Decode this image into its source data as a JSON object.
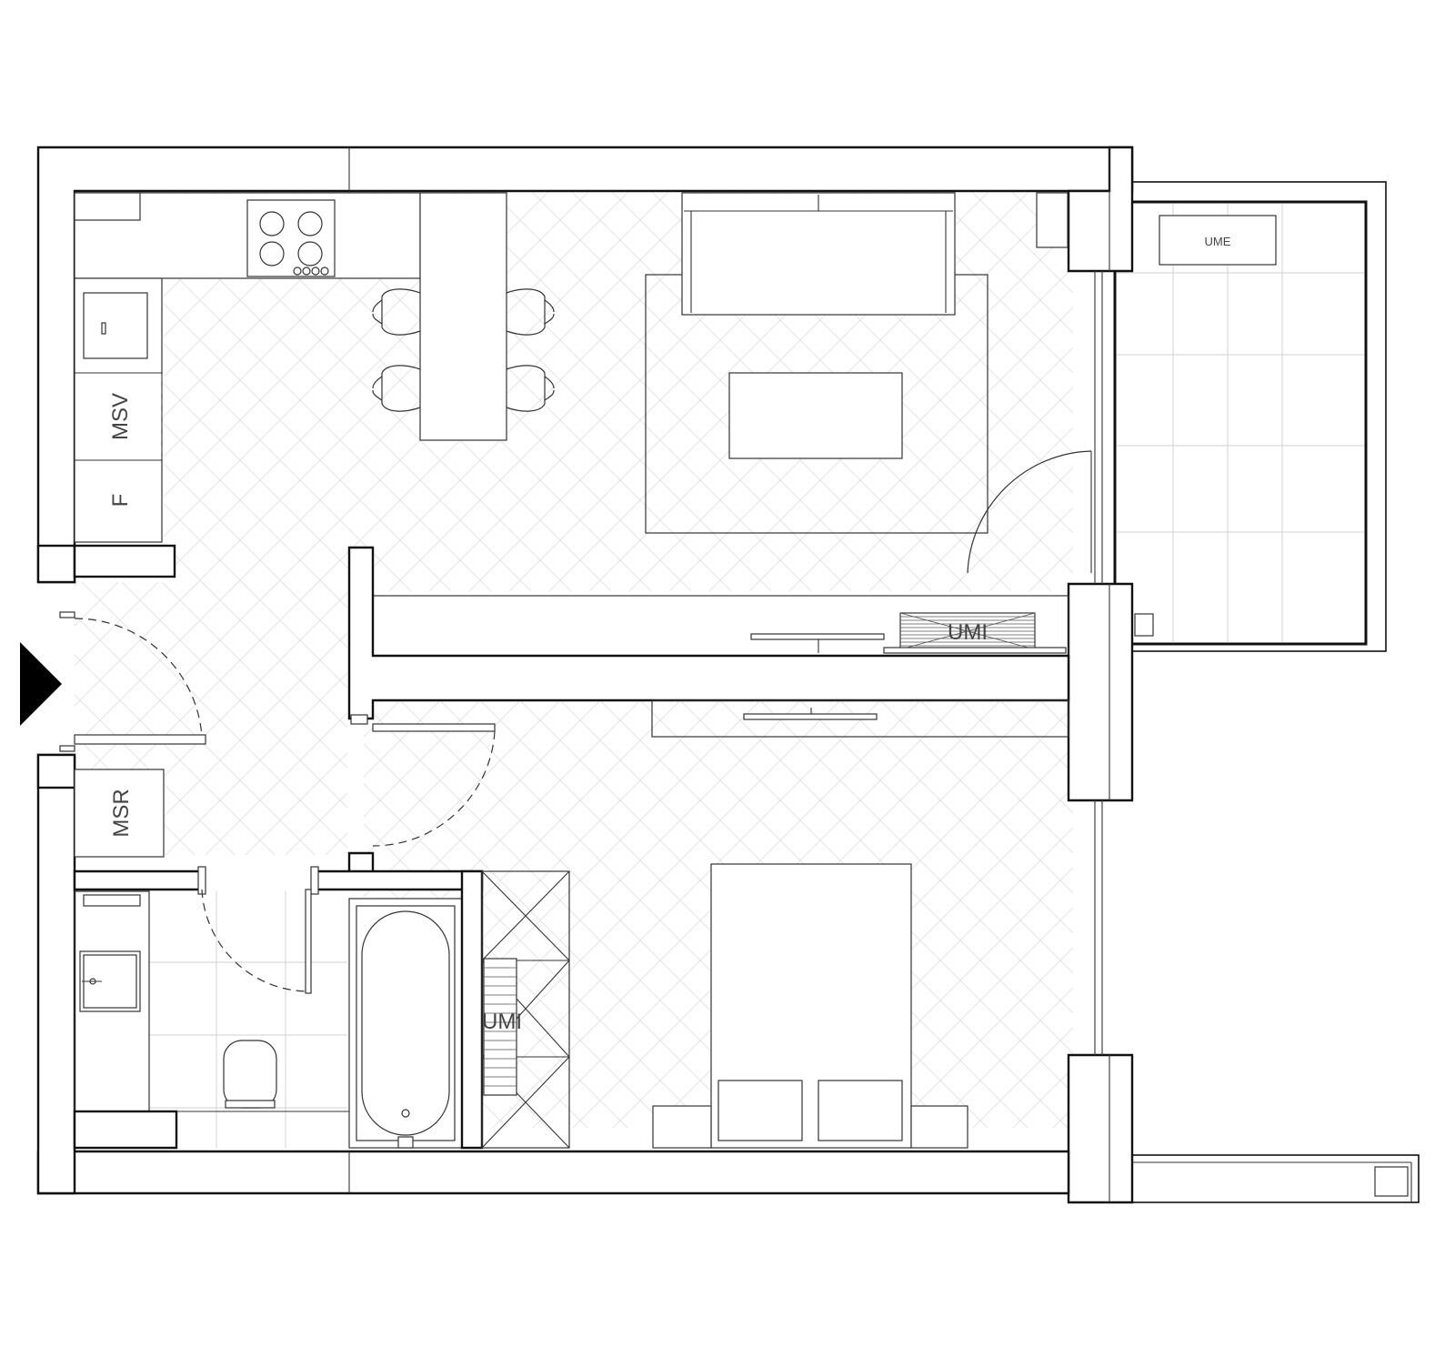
{
  "plan": {
    "labels": {
      "msv": "MSV",
      "f": "F",
      "msr": "MSR",
      "umi_living": "UMI",
      "umi_bedroom": "UMI",
      "ume": "UME"
    }
  },
  "colors": {
    "wall_stroke": "#111111",
    "floor_pattern": "#e4e4e4",
    "tile_grid": "#d2d2d2",
    "entrance_marker": "#000000"
  },
  "icons": {
    "entrance": "entrance-arrow-icon"
  }
}
